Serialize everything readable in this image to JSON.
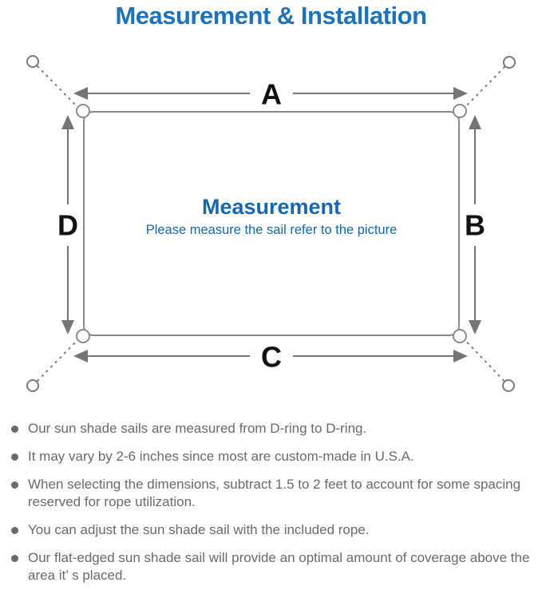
{
  "title": "Measurement & Installation",
  "colors": {
    "title_blue": "#1b74bb",
    "accent_blue": "#1568b0",
    "line_gray": "#8a8a8a",
    "arrow_gray": "#757575",
    "text_gray": "#6a6a6a",
    "label_black": "#111111"
  },
  "diagram": {
    "label_a": "A",
    "label_b": "B",
    "label_c": "C",
    "label_d": "D",
    "heading": "Measurement",
    "subheading": "Please measure the sail refer to the picture"
  },
  "notes": {
    "items": [
      "Our sun shade sails are measured from D-ring to D-ring.",
      "It may vary by 2-6 inches since most are custom-made in U.S.A.",
      "When selecting the dimensions, subtract 1.5 to 2 feet to account for some spacing reserved for rope utilization.",
      "You can adjust the sun shade sail with the included rope.",
      "Our flat-edged sun shade sail will provide an optimal amount of coverage above the area it’ s placed."
    ]
  }
}
